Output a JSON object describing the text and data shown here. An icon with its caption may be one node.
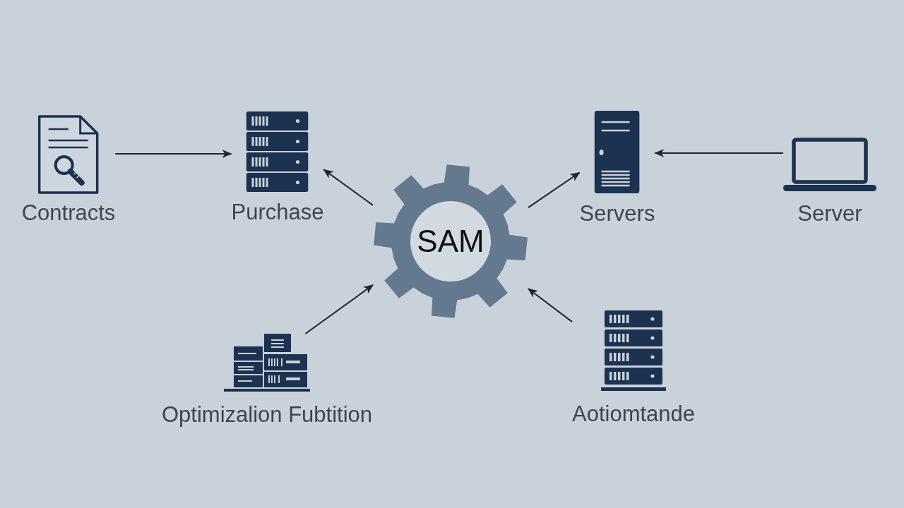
{
  "diagram": {
    "nodes": [
      {
        "text": [
          "Contracts"
        ]
      },
      {
        "text": [
          "Purchase"
        ]
      },
      {
        "text": [
          "SAM"
        ]
      },
      {
        "text": [
          "Servers"
        ]
      },
      {
        "text": [
          "Server"
        ]
      },
      {
        "text": [
          "Optimizalion Fubtition"
        ]
      },
      {
        "text": [
          "Aotiomtande"
        ]
      }
    ],
    "edges": [
      {
        "from": 0,
        "to": 1,
        "arrow": "to"
      },
      {
        "from": 2,
        "to": 1,
        "arrow": "to"
      },
      {
        "from": 2,
        "to": 3,
        "arrow": "to"
      },
      {
        "from": 4,
        "to": 3,
        "arrow": "to"
      },
      {
        "from": 5,
        "to": 2,
        "arrow": "to"
      },
      {
        "from": 6,
        "to": 2,
        "arrow": "to"
      }
    ]
  }
}
